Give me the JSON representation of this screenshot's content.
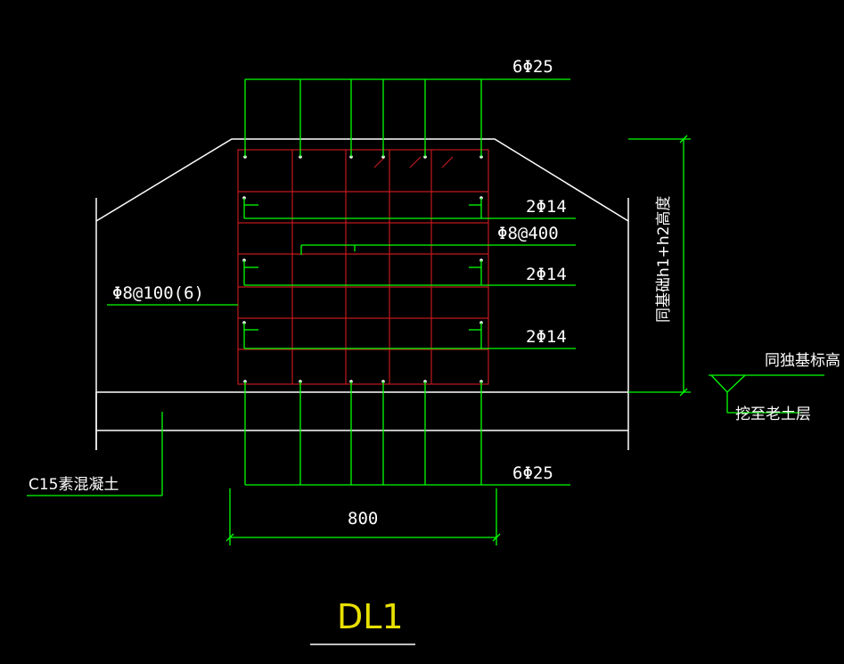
{
  "labels": {
    "top_bars": "6Φ25",
    "side_bars_1": "2Φ14",
    "tie_bar": "Φ8@400",
    "side_bars_2": "2Φ14",
    "side_bars_3": "2Φ14",
    "stirrups": "Φ8@100(6)",
    "bottom_bars": "6Φ25",
    "width_dim": "800",
    "height_note": "同基础h1+h2高度",
    "level_note": "同独基标高",
    "excavate_note": "挖至老土层",
    "concrete_note": "C15素混凝土",
    "title": "DL1"
  },
  "colors": {
    "background": "#000000",
    "outline": "#ffffff",
    "leader": "#00ff00",
    "rebar_grid": "#c0181e",
    "title": "#e8e000"
  }
}
